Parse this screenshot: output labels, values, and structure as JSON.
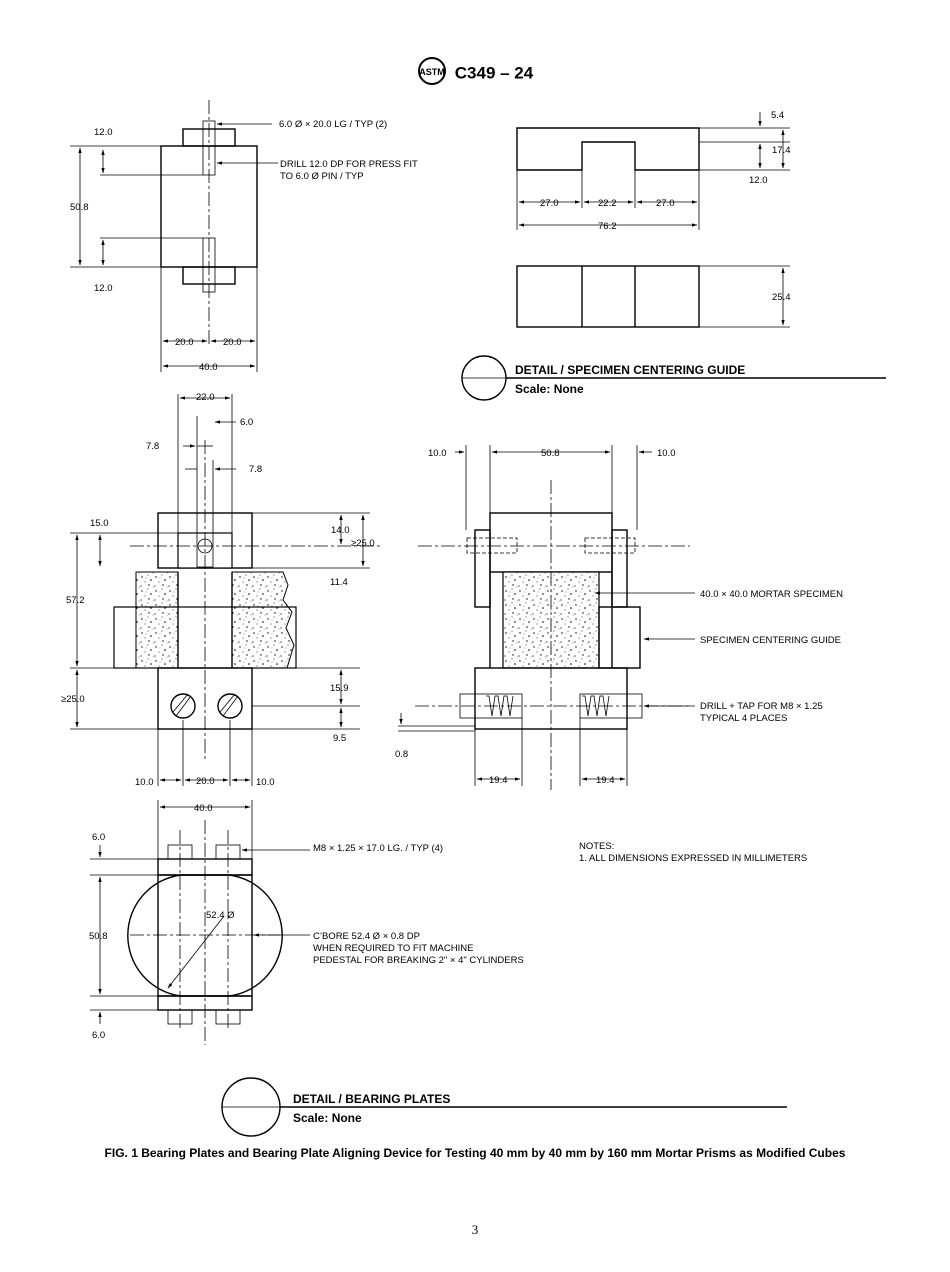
{
  "header": {
    "designation": "C349 – 24",
    "logo": "astm-logo"
  },
  "views": {
    "top_left": {
      "d1": "12.0",
      "d2": "50.8",
      "d3": "12.0",
      "d4": "20.0",
      "d5": "20.0",
      "d6": "40.0",
      "note1": "6.0 Ø × 20.0 LG / TYP (2)",
      "note2a": "DRILL 12.0 DP FOR PRESS FIT",
      "note2b": "TO 6.0 Ø PIN / TYP"
    },
    "guide": {
      "d1": "5.4",
      "d2": "17.4",
      "d3": "12.0",
      "d4": "27.0",
      "d5": "22.2",
      "d6": "27.0",
      "d7": "76.2",
      "d8": "25.4",
      "title": "DETAIL / SPECIMEN CENTERING GUIDE",
      "scale": "Scale: None"
    },
    "middle_left": {
      "d22": "22.0",
      "d6": "6.0",
      "d78a": "7.8",
      "d78b": "7.8",
      "d15": "15.0",
      "d14": "14.0",
      "dge25": "≥25.0",
      "d114": "11.4",
      "d572": "57.2",
      "dge25b": "≥25.0",
      "d159": "15.9",
      "d95": "9.5",
      "d10a": "10.0",
      "d20": "20.0",
      "d10b": "10.0"
    },
    "middle_right": {
      "d10a": "10.0",
      "d508": "50.8",
      "d10b": "10.0",
      "d08": "0.8",
      "d194a": "19.4",
      "d194b": "19.4",
      "note1": "40.0 × 40.0 MORTAR SPECIMEN",
      "note2": "SPECIMEN CENTERING GUIDE",
      "note3a": "DRILL + TAP FOR M8 × 1.25",
      "note3b": "TYPICAL 4 PLACES"
    },
    "bottom_left": {
      "d40": "40.0",
      "d6a": "6.0",
      "d508": "50.8",
      "d524": "52.4 Ø",
      "d6b": "6.0",
      "note1": "M8 × 1.25 × 17.0 LG. / TYP (4)",
      "note2a": "C’BORE 52.4 Ø × 0.8 DP",
      "note2b": "WHEN REQUIRED TO FIT MACHINE",
      "note2c": "PEDESTAL FOR BREAKING 2\" × 4\" CYLINDERS",
      "title": "DETAIL / BEARING PLATES",
      "scale": "Scale: None"
    }
  },
  "notes": {
    "heading": "NOTES:",
    "item1": "1. ALL DIMENSIONS EXPRESSED IN MILLIMETERS"
  },
  "caption": "FIG. 1  Bearing Plates and Bearing Plate Aligning Device for Testing 40 mm by 40 mm by 160 mm Mortar Prisms as Modified Cubes",
  "page_number": "3"
}
